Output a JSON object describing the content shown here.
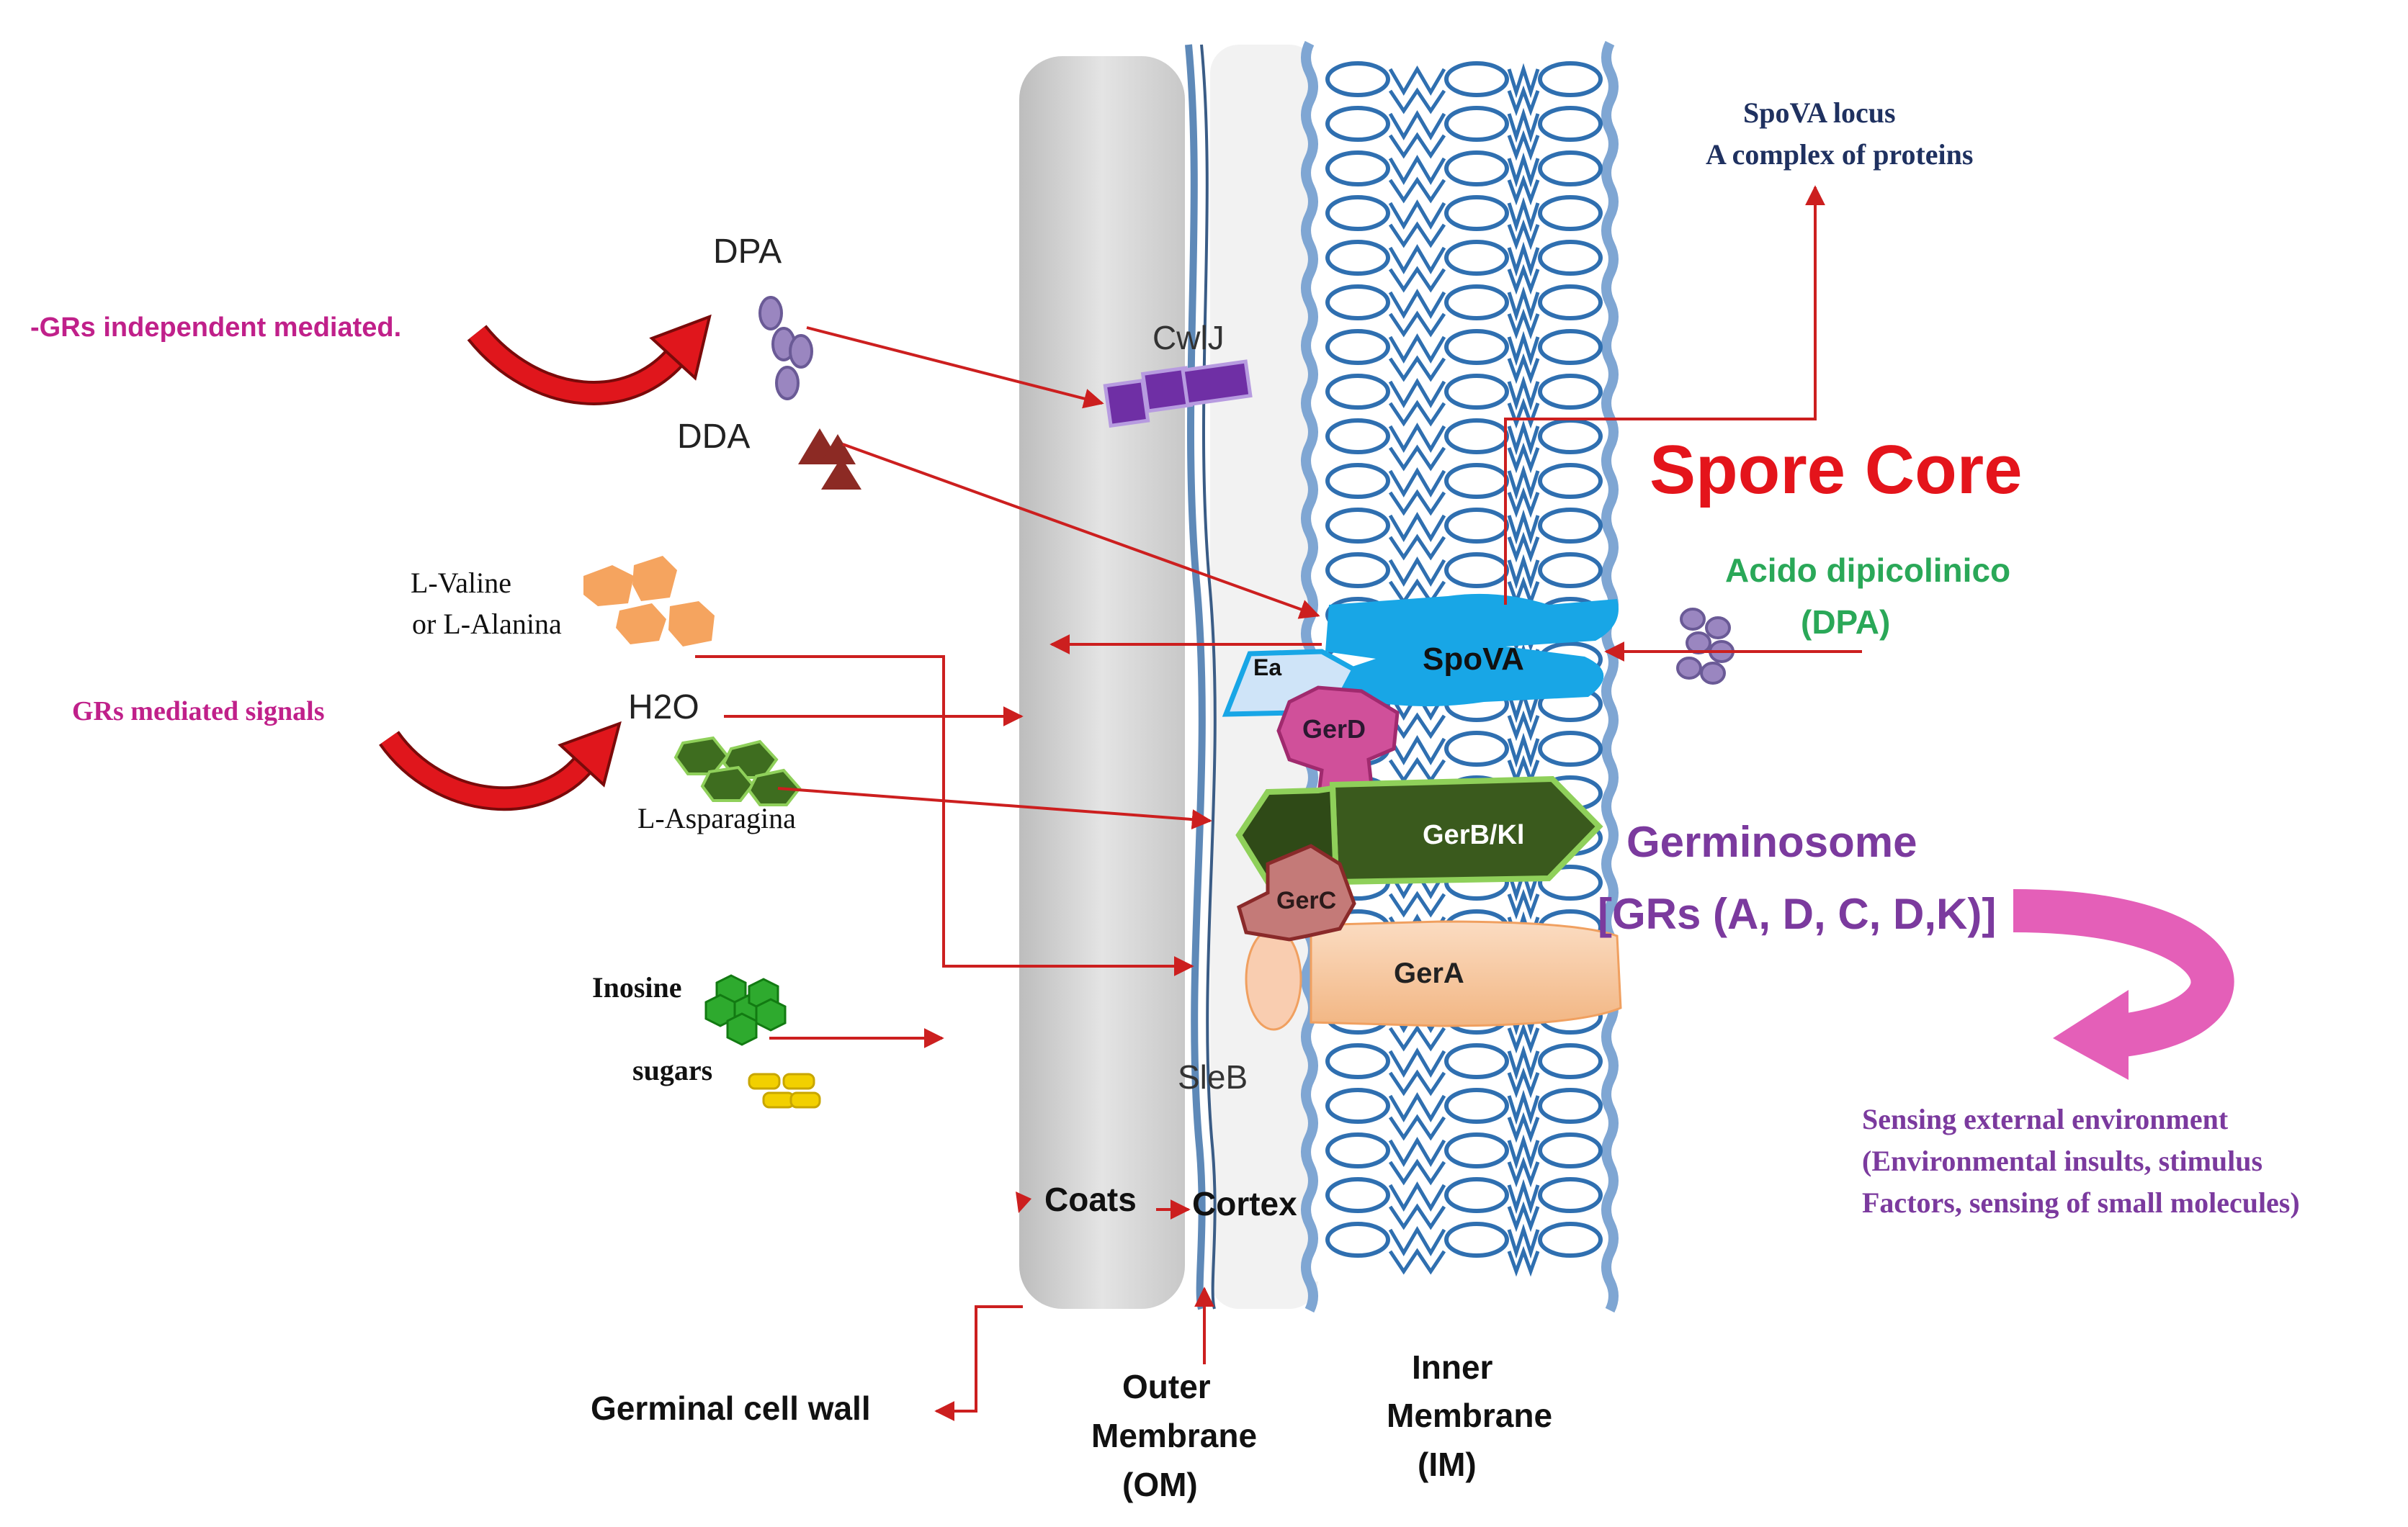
{
  "colors": {
    "arrow_red": "#cc1f1f",
    "membrane_blue": "#7fa6d3",
    "lipid_head_blue": "#2f6fb0",
    "lipid_head_fill": "#ffffff",
    "coat_gray": "#d6d6d6",
    "spova_cyan": "#18a6e6",
    "gerb_green": "#3a5a1d",
    "gerb_border": "#8fd05a",
    "gerd_magenta": "#d0509a",
    "gerc_rose": "#c47a78",
    "gera_peach": "#f7c9a3",
    "dpa_purple": "#9a86c0",
    "dda_brown": "#8c2a24",
    "amino_orange": "#f5a45f",
    "asparagine_green": "#3e6d1f",
    "inosine_green": "#2eaa2e",
    "sugar_yellow": "#f2d000",
    "cwlj_purple": "#6f2fa5",
    "magenta_text": "#c0208a",
    "purple_text": "#7b3a9e",
    "navy_text": "#1f3160",
    "green_text": "#2aa858",
    "spore_core_red": "#e4141b"
  },
  "labels": {
    "gr_independent": "-GRs independent  mediated.",
    "gr_mediated": "GRs mediated signals",
    "dpa": "DPA",
    "dda": "DDA",
    "l_valine_line1": "L-Valine",
    "l_valine_line2": "or  L-Alanina",
    "h2o": "H2O",
    "l_asparagina": "L-Asparagina",
    "inosine": "Inosine",
    "sugars": "sugars",
    "cwlj": "CwlJ",
    "sleb": "SleB",
    "coats": "Coats",
    "cortex": "Cortex",
    "germinal_cell_wall": "Germinal cell wall",
    "outer_membrane_line1": "Outer",
    "outer_membrane_line2": "Membrane",
    "outer_membrane_line3": "(OM)",
    "inner_membrane_line1": "Inner",
    "inner_membrane_line2": "Membrane",
    "inner_membrane_line3": "(IM)",
    "spore_core": "Spore Core",
    "spova_locus_line1": "SpoVA  locus",
    "spova_locus_line2": "A complex  of proteins",
    "acido_line1": "Acido dipicolinico",
    "acido_line2": "(DPA)",
    "spova": "SpoVA",
    "ea": "Ea",
    "gerd": "GerD",
    "gerb": "GerB/Kl",
    "gerc": "GerC",
    "gera": "GerA",
    "germinosome": "Germinosome",
    "grs_list": "[GRs (A, D, C, D,K)]",
    "sensing_line1": "Sensing external  environment",
    "sensing_line2": "(Environmental  insults, stimulus",
    "sensing_line3": "Factors,  sensing of small molecules)"
  }
}
